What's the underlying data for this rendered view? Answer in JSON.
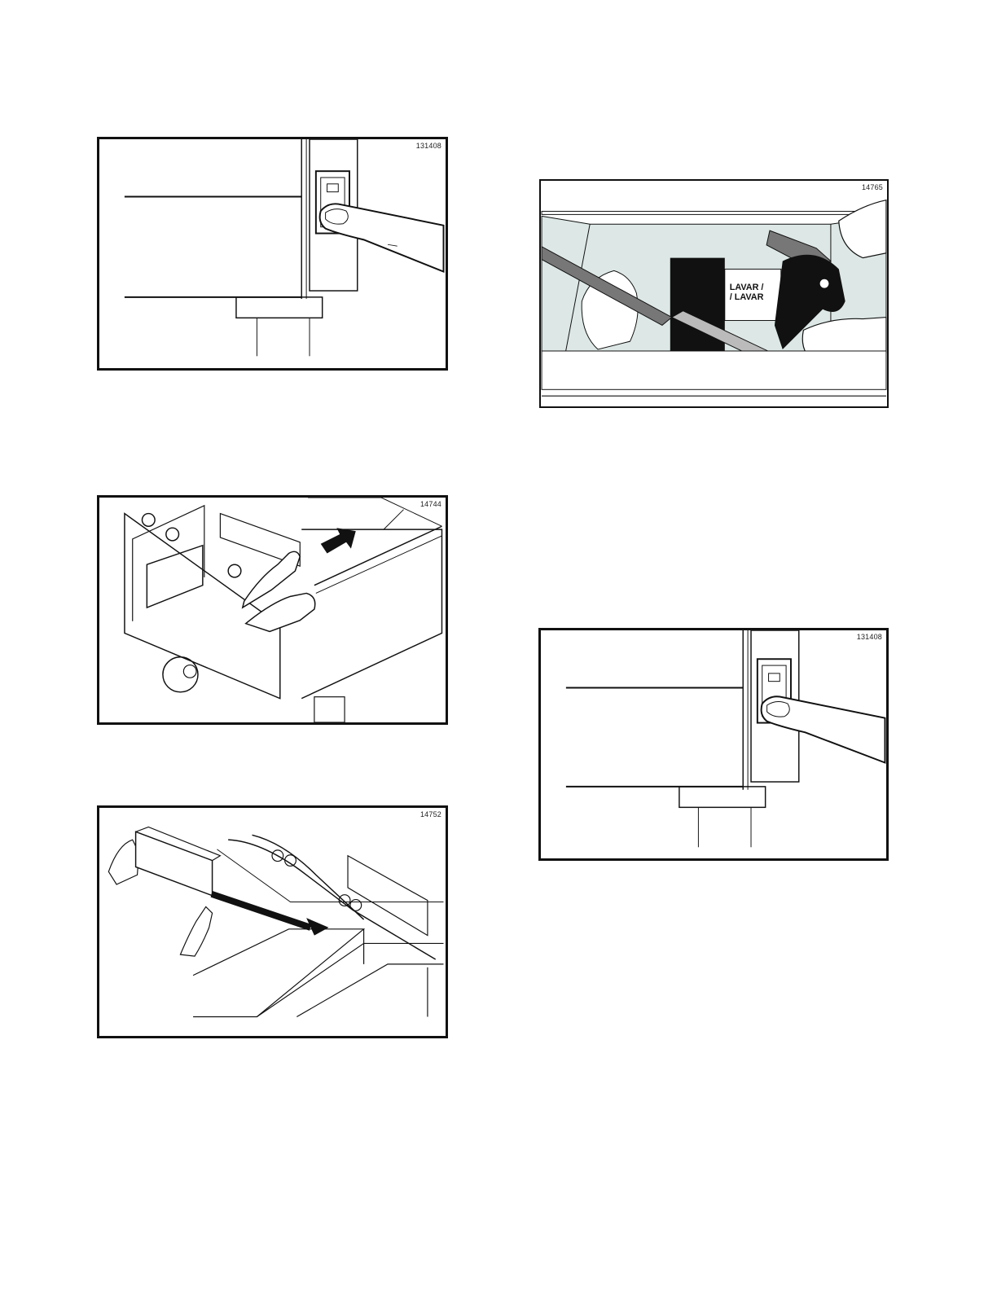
{
  "figures": [
    {
      "id": "131408",
      "subject": "power switch being pressed"
    },
    {
      "id": "14744",
      "subject": "lifting cover panel"
    },
    {
      "id": "14752",
      "subject": "removing heating element cover"
    },
    {
      "id": "14765",
      "subject": "cleaning frypot",
      "label_line1": "LAVAR /",
      "label_line2": "/ LAVAR"
    },
    {
      "id": "131408",
      "subject": "power switch being pressed"
    }
  ]
}
